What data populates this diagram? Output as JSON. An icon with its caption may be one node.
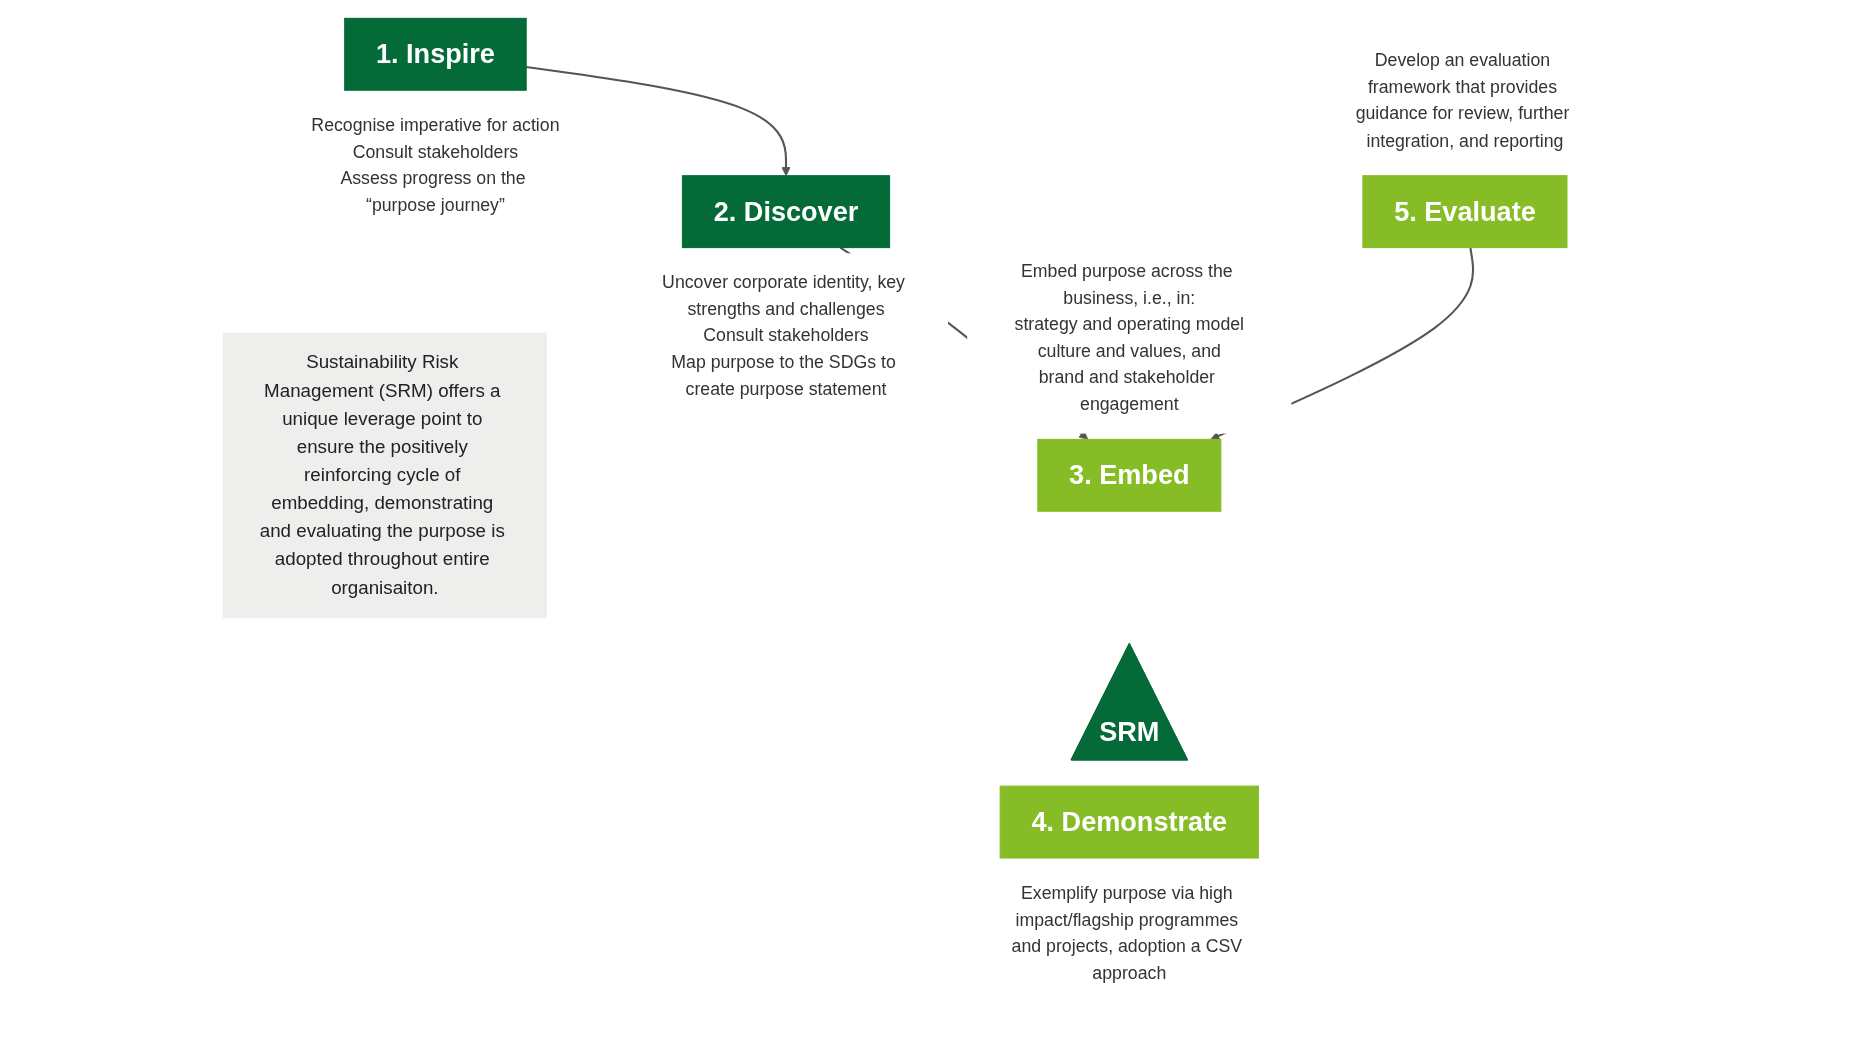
{
  "diagram": {
    "nodes": [
      {
        "text": [
          "1. Inspire"
        ],
        "beside": [
          "Recognise imperative for action",
          "Consult stakeholders",
          "Assess progress on the “purpose journey”"
        ]
      },
      {
        "text": [
          "2. Discover"
        ],
        "beside": [
          "Uncover corporate identity, key strengths and challenges",
          "Consult stakeholders",
          "Map purpose to the SDGs to create purpose statement"
        ]
      },
      {
        "text": [
          "3. Embed"
        ],
        "beside": [
          "Embed purpose across the business, i.e., in:",
          "strategy and operating model",
          "culture and values, and",
          "brand and stakeholder engagement"
        ]
      },
      {
        "text": [
          "Sustainability Risk Management (SRM) offers a unique leverage point to ensure the positively reinforcing cycle of embedding, demonstrating and evaluating the purpose is adopted throughout entire organisaiton."
        ]
      },
      {
        "text": [
          "SRM"
        ]
      },
      {
        "text": [
          "5. Evaluate"
        ],
        "beside": [
          "Develop an evaluation framework that provides guidance for review, further integration, and reporting"
        ]
      },
      {
        "text": [
          "4. Demonstrate"
        ],
        "beside": [
          "Exemplify purpose via high impact/flagship programmes and projects, adoption a CSV approach"
        ]
      }
    ],
    "edges": [
      {
        "from": 0,
        "to": 1,
        "arrow": "to"
      },
      {
        "from": 1,
        "to": 2,
        "arrow": "to"
      },
      {
        "from": 5,
        "to": 2,
        "arrow": "to"
      }
    ]
  }
}
